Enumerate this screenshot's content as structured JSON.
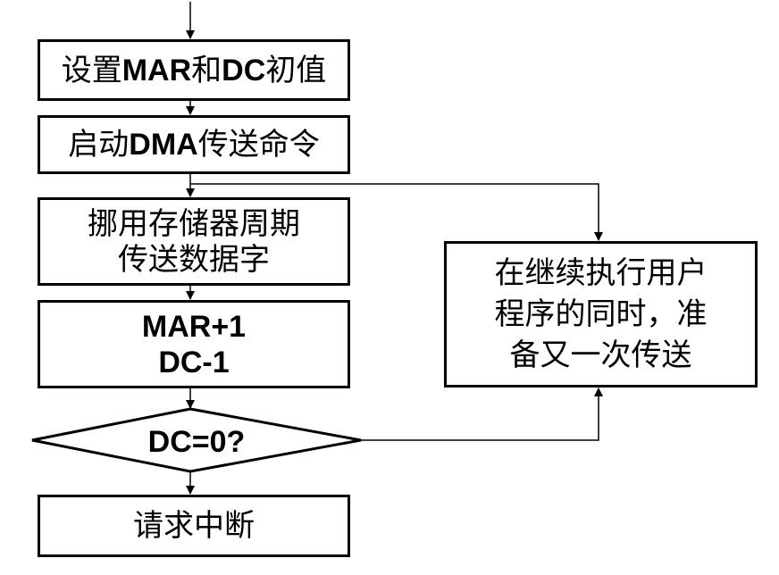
{
  "flowchart": {
    "step_set_initial": {
      "prefix": "设置",
      "mid": "MAR",
      "conj": "和",
      "dc": "DC",
      "suffix": "初值"
    },
    "step_start_dma": {
      "prefix": "启动",
      "dma": "DMA",
      "suffix": "传送命令"
    },
    "step_steal_cycle": {
      "line1": "挪用存储器周期",
      "line2": "传送数据字"
    },
    "step_update": {
      "line1": "MAR+1",
      "line2": "DC-1"
    },
    "decision": {
      "label": "DC=0?"
    },
    "step_interrupt": {
      "label": "请求中断"
    },
    "side_process": {
      "line1": "在继续执行用户",
      "line2": "程序的同时，准",
      "line3": "备又一次传送"
    }
  }
}
